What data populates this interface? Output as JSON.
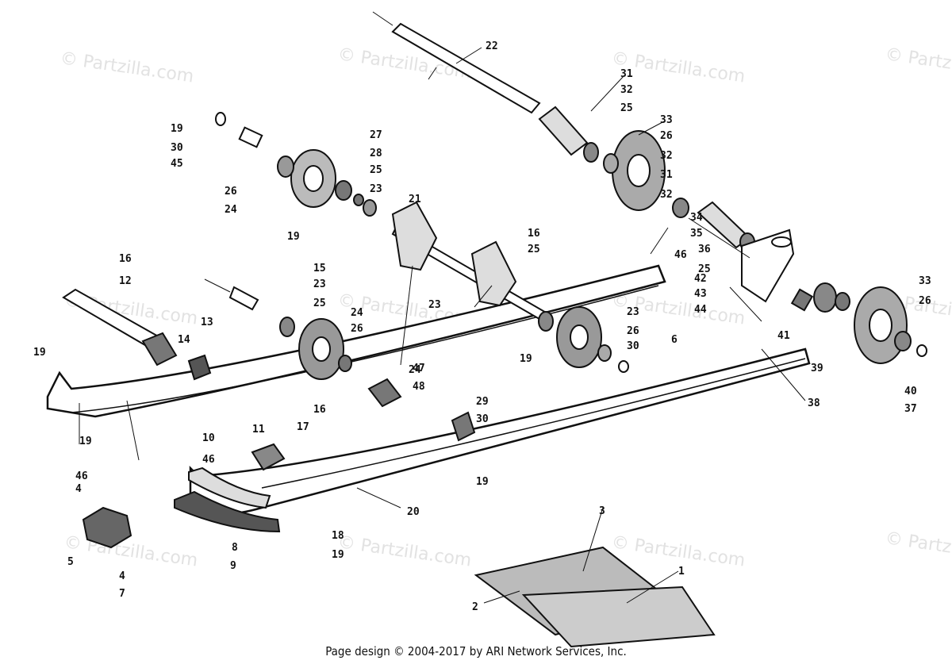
{
  "watermark_text": "© Partzilla.com",
  "footer": "Page design © 2004-2017 by ARI Network Services, Inc.",
  "callouts": [
    "22",
    "31",
    "32",
    "25",
    "33",
    "26",
    "32",
    "31",
    "32",
    "34",
    "35",
    "36",
    "25",
    "33",
    "26",
    "19",
    "30",
    "45",
    "27",
    "28",
    "25",
    "23",
    "26",
    "24",
    "21",
    "19",
    "46",
    "42",
    "43",
    "44",
    "41",
    "39",
    "40",
    "37",
    "38",
    "6",
    "16",
    "12",
    "13",
    "14",
    "15",
    "23",
    "25",
    "24",
    "26",
    "23",
    "16",
    "25",
    "23",
    "26",
    "30",
    "19",
    "24",
    "19",
    "16",
    "47",
    "48",
    "29",
    "30",
    "19",
    "11",
    "17",
    "10",
    "46",
    "46",
    "4",
    "5",
    "4",
    "7",
    "8",
    "9",
    "18",
    "19",
    "20",
    "3",
    "1",
    "2",
    "19"
  ]
}
